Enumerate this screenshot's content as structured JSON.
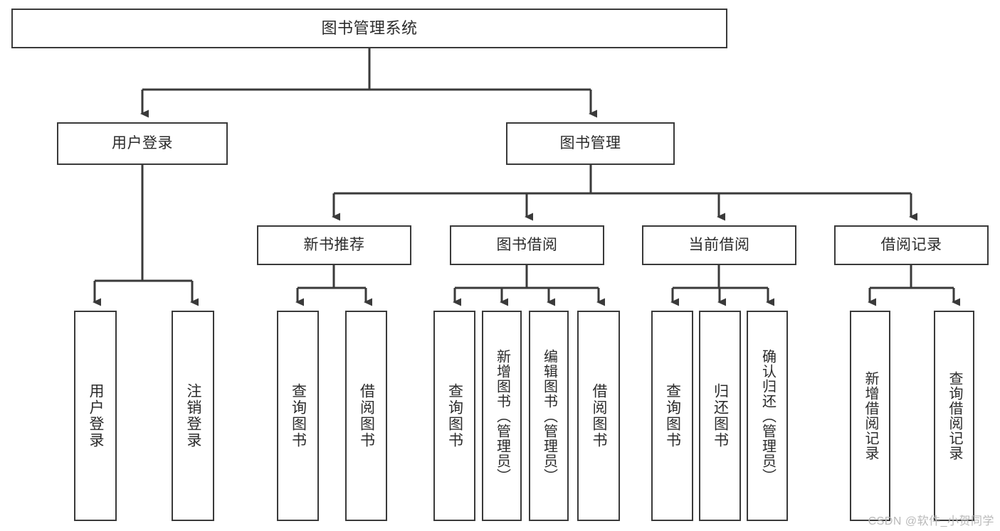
{
  "diagram": {
    "title": "图书管理系统",
    "type": "tree-hierarchy-chart",
    "levels": {
      "root": {
        "label": "图书管理系统"
      },
      "level2": [
        {
          "label": "用户登录"
        },
        {
          "label": "图书管理"
        }
      ],
      "level3": [
        {
          "label": "新书推荐"
        },
        {
          "label": "图书借阅"
        },
        {
          "label": "当前借阅"
        },
        {
          "label": "借阅记录"
        }
      ],
      "leaves": {
        "user_login": [
          {
            "label": "用户登录"
          },
          {
            "label": "注销登录"
          }
        ],
        "new_book_recommend": [
          {
            "label": "查询图书"
          },
          {
            "label": "借阅图书"
          }
        ],
        "book_borrow": [
          {
            "label": "查询图书"
          },
          {
            "label": "新增图书（管理员）"
          },
          {
            "label": "编辑图书（管理员）"
          },
          {
            "label": "借阅图书"
          }
        ],
        "current_borrow": [
          {
            "label": "查询图书"
          },
          {
            "label": "归还图书"
          },
          {
            "label": "确认归还（管理员）"
          }
        ],
        "borrow_record": [
          {
            "label": "新增借阅记录"
          },
          {
            "label": "查询借阅记录"
          }
        ]
      }
    },
    "watermark": "CSDN @软件_小贺同学",
    "colors": {
      "box_border": "#3a3a3a",
      "box_fill": "#ffffff",
      "text": "#2b2b2b",
      "connector": "#3a3a3a",
      "watermark": "#b9b9b9"
    }
  }
}
